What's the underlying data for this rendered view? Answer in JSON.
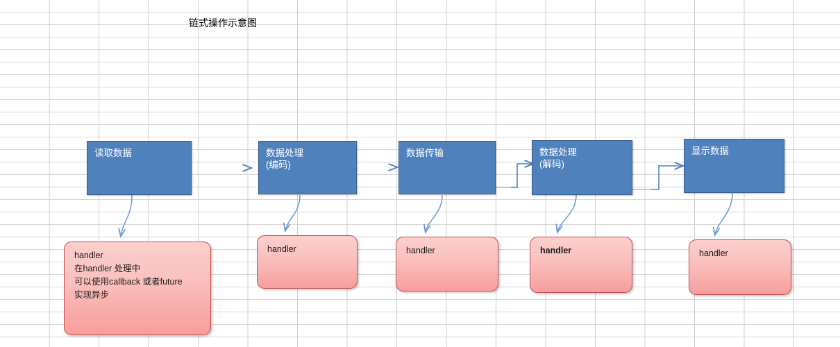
{
  "diagram": {
    "title": "链式操作示意图",
    "colors": {
      "process_fill": "#4f81bd",
      "process_border": "#385d8a",
      "handler_fill_top": "#fbcfcd",
      "handler_fill_bottom": "#f79e9b",
      "handler_border": "#c0504d",
      "connector": "#4f81bd",
      "grid_line": "#d0d0d0",
      "text_light": "#ffffff",
      "text_dark": "#1a1a1a"
    },
    "process_nodes": [
      {
        "id": "read-data",
        "line1": "读取数据",
        "line2": ""
      },
      {
        "id": "encode",
        "line1": "数据处理",
        "line2": "(编码)"
      },
      {
        "id": "transmit",
        "line1": "数据传输",
        "line2": ""
      },
      {
        "id": "decode",
        "line1": "数据处理",
        "line2": "(解码)"
      },
      {
        "id": "display-data",
        "line1": "显示数据",
        "line2": ""
      }
    ],
    "handler_nodes": [
      {
        "id": "handler-read",
        "bold": false,
        "lines": [
          "handler",
          "在handler 处理中",
          "可以使用callback 或者future",
          "实现异步"
        ]
      },
      {
        "id": "handler-encode",
        "bold": false,
        "lines": [
          "handler"
        ]
      },
      {
        "id": "handler-transmit",
        "bold": false,
        "lines": [
          "handler"
        ]
      },
      {
        "id": "handler-decode",
        "bold": true,
        "lines": [
          "handler"
        ]
      },
      {
        "id": "handler-display",
        "bold": false,
        "lines": [
          "handler"
        ]
      }
    ],
    "connector_labels": {
      "flow": "",
      "handler_drop": ""
    }
  }
}
